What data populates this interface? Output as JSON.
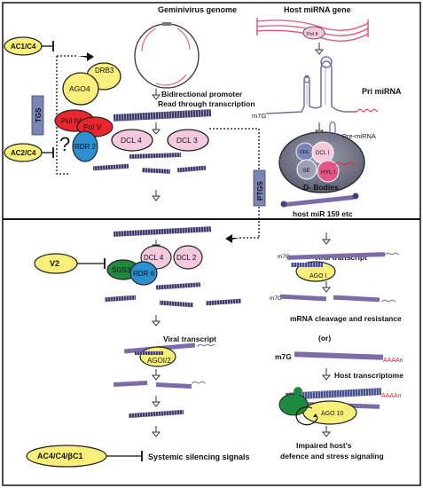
{
  "top_left": {
    "genome_title": "Geminivirus genome",
    "promoter_line1": "Bidirectional promoter",
    "promoter_line2": "Read through transcription",
    "ac1c4": "AC1/C4",
    "ac2c4": "AC2/C4",
    "ago4": "AGO4",
    "drb3": "DRB3",
    "tgs": "TGS",
    "pol_iv": "Pol IV",
    "pol_v": "Pol V",
    "question": "?",
    "rdr2": "RDR 2",
    "dcl4": "DCL 4",
    "dcl3": "DCL 3"
  },
  "top_right": {
    "host_mirna_gene": "Host miRNA gene",
    "pol_ii": "Pol II",
    "pri_mirna": "Pri miRNA",
    "m7g": "m7G",
    "pre_mirna": "Pre-miRNA",
    "ddl": "DDL",
    "dcl1": "DCL I",
    "se": "SE",
    "hyl1": "HYL I",
    "dbodies": "D- Bodies",
    "ptgs": "PTGS",
    "host_mir": "host miR 159 etc"
  },
  "bottom_left": {
    "v2": "V2",
    "sgs3": "SGS3",
    "rdr6": "RDR 6",
    "dcl4": "DCL 4",
    "dcl2": "DCL 2",
    "viral_transcript": "Viral transcript",
    "ago1_2": "AGOI/2",
    "ac4": "AC4/C4/βC1",
    "systemic": "Systemic silencing signals"
  },
  "bottom_right": {
    "viral_transcript": "Viral transcript",
    "ago1": "AGO I",
    "m7g_a": "m7G",
    "m7g_b": "m7G",
    "m7g_c": "m7G",
    "cleavage": "mRNA cleavage and resistance",
    "or": "(or)",
    "host_transcriptome": "Host transcriptome",
    "polya_1": "AAAAn",
    "polya_2": "AAAAn",
    "ago10": "AGO 10",
    "impaired1": "Impaired host's",
    "impaired2": "defence and stress signaling"
  },
  "colors": {
    "yellow": "#f7ef7a",
    "red": "#e8262b",
    "blue": "#2b8fd0",
    "green": "#1f8a3e",
    "pink": "#f4c9de",
    "light_pink": "#fbd7e6",
    "purple": "#7c6ba8",
    "slate": "#7b86b8",
    "dbody_grey": "#6f7081",
    "pink_line": "#e8527c"
  }
}
